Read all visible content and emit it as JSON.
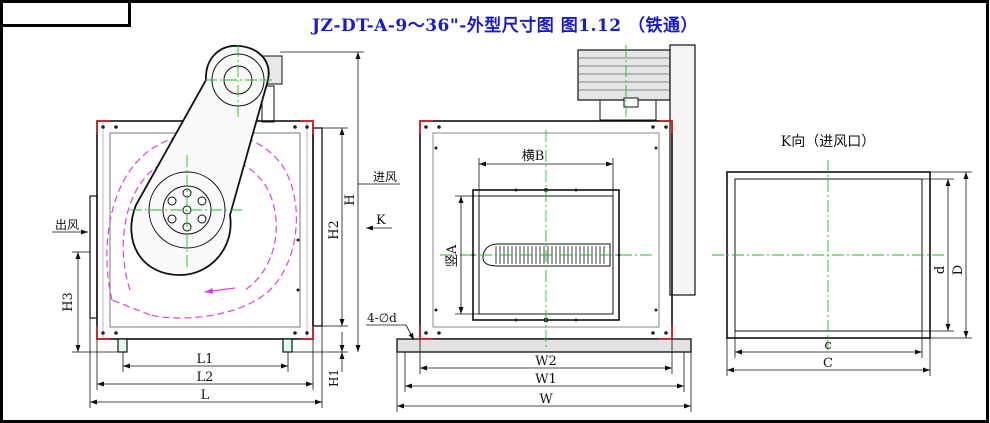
{
  "title": "JZ-DT-A-9～36\"-外型尺寸图  图1.12 （铁通）",
  "colors": {
    "title": "#1a1ad0",
    "centerline": "#1fbf1f",
    "casing": "#d6d6d6",
    "hidden_lines": "#e040e0",
    "corner_marks": "#e01818",
    "line": "#111111"
  },
  "side_view": {
    "labels": {
      "outlet": "出风",
      "inlet": "进风",
      "arrow_k": "K",
      "h": "H",
      "h1": "H1",
      "h2": "H2",
      "h3": "H3",
      "l": "L",
      "l1": "L1",
      "l2": "L2"
    }
  },
  "front_view": {
    "labels": {
      "horizontal_b": "横B",
      "vertical_a": "竖A",
      "hole": "4-∅d",
      "w": "W",
      "w1": "W1",
      "w2": "W2"
    }
  },
  "k_view": {
    "title": "K向（进风口）",
    "labels": {
      "c_small": "c",
      "c_large": "C",
      "d_small": "d",
      "d_large": "D"
    }
  }
}
